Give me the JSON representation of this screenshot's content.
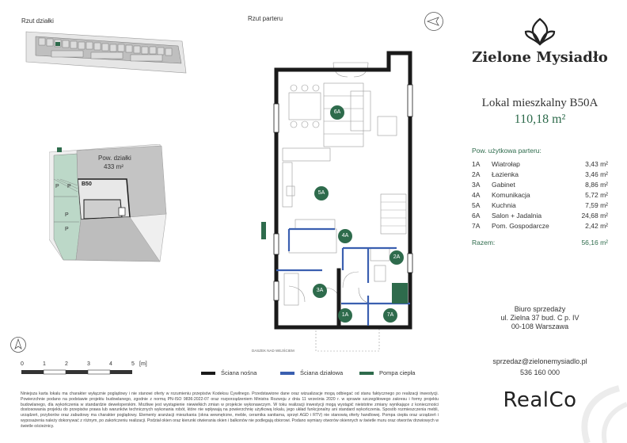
{
  "site_plan_title": "Rzut działki",
  "floor_plan_title": "Rzut parteru",
  "plot": {
    "label": "Pow. działki",
    "area": "433 m²",
    "unit_tag": "B50",
    "parking_labels": [
      "P",
      "P",
      "P",
      "P"
    ]
  },
  "brand": {
    "name": "Zielone Mysiadło"
  },
  "unit": {
    "name": "Lokal mieszkalny  B50A",
    "area": "110,18 m²"
  },
  "rooms_heading": "Pow. użytkowa parteru:",
  "rooms": [
    {
      "id": "1A",
      "name": "Wiatrołap",
      "area": "3,43 m²"
    },
    {
      "id": "2A",
      "name": "Łazienka",
      "area": "3,46 m²"
    },
    {
      "id": "3A",
      "name": "Gabinet",
      "area": "8,86 m²"
    },
    {
      "id": "4A",
      "name": "Komunikacja",
      "area": "5,72 m²"
    },
    {
      "id": "5A",
      "name": "Kuchnia",
      "area": "7,59 m²"
    },
    {
      "id": "6A",
      "name": "Salon + Jadalnia",
      "area": "24,68 m²"
    },
    {
      "id": "7A",
      "name": "Pom. Gospodarcze",
      "area": "2,42 m²"
    }
  ],
  "total": {
    "label": "Razem:",
    "value": "56,16 m²"
  },
  "plan_labels": {
    "6A": "6A",
    "5A": "5A",
    "4A": "4A",
    "3A": "3A",
    "2A": "2A",
    "1A": "1A",
    "7A": "7A",
    "skylight": "DASZEK NAD WEJŚCIEM"
  },
  "scale": {
    "ticks": [
      "0",
      "1",
      "2",
      "3",
      "4",
      "5"
    ],
    "unit": "[m]"
  },
  "legend": [
    {
      "label": "Ściana nośna",
      "color": "#1a1a1a"
    },
    {
      "label": "Ściana działowa",
      "color": "#3a5fb0"
    },
    {
      "label": "Pompa ciepła",
      "color": "#2e6b4c"
    }
  ],
  "sales_office": {
    "line1": "Biuro sprzedaży",
    "line2": "ul. Zielna 37 bud. C p. IV",
    "line3": "00-108 Warszawa"
  },
  "contact": {
    "email": "sprzedaz@zielonemysiadlo.pl",
    "phone": "536 160 000"
  },
  "developer": "RealCo",
  "disclaimer": "Niniejsza karta lokalu ma charakter wyłącznie poglądowy i nie stanowi oferty w rozumieniu przepisów Kodeksu Cywilnego. Przedstawione dane oraz wizualizacje mogą odbiegać od stanu faktycznego po realizacji inwestycji. Powierzchnie podano na podstawie projektu budowlanego, zgodnie z normą PN-ISO 9836:2022-07 oraz rozporządzeniem Ministra Rozwoju z dnia 11 września 2020 r. w sprawie szczegółowego zakresu i formy projektu budowlanego, dla wykończenia w standardzie deweloperskim. Możliwe jest wystąpienie niewielkich zmian w projekcie wykonawczym. W toku realizacji inwestycji mogą wystąpić nieistotne zmiany wynikające z konieczności dostosowania projektu do przepisów prawa lub warunków technicznych wykonania robót, które nie wpływają na powierzchnię użytkową lokalu, jego układ funkcjonalny ani standard wykończenia. Sposób rozmieszczenia mebli, urządzeń, przyborów oraz zabudowy ma charakter poglądowy. Elementy aranżacji mieszkania (okna wewnętrzne, meble, ceramika sanitarna, sprzęt AGD i RTV) nie stanowią oferty handlowej. Pompa ciepła oraz urządzeń i wyposażenia należy dokonywać z różnym, po zakończeniu realizacji. Podział okien oraz kierunki otwierania okien i balkonów nie podlegają obiorowi. Podano wymiary otworów okiennych w świetle muru oraz otworów drzwiowych w świetle ościeżnicy."
}
